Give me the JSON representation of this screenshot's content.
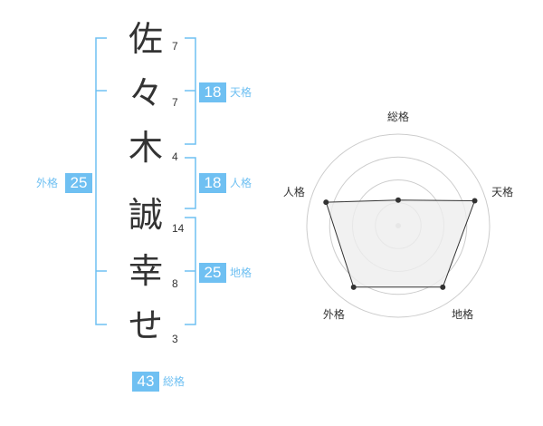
{
  "name": {
    "characters": [
      {
        "char": "佐",
        "strokes": "7"
      },
      {
        "char": "々",
        "strokes": "7"
      },
      {
        "char": "木",
        "strokes": "4"
      },
      {
        "char": "誠",
        "strokes": "14"
      },
      {
        "char": "幸",
        "strokes": "8"
      },
      {
        "char": "せ",
        "strokes": "3"
      }
    ]
  },
  "fortune": {
    "tenkaku": {
      "value": "18",
      "label": "天格"
    },
    "jinkaku": {
      "value": "18",
      "label": "人格"
    },
    "chikaku": {
      "value": "25",
      "label": "地格"
    },
    "gaikaku": {
      "value": "25",
      "label": "外格"
    },
    "soukaku": {
      "value": "43",
      "label": "総格"
    }
  },
  "chart_data": {
    "type": "radar",
    "axes": [
      "総格",
      "天格",
      "地格",
      "外格",
      "人格"
    ],
    "values": [
      0.28,
      0.88,
      0.83,
      0.83,
      0.83
    ],
    "rings": 4,
    "colors": {
      "line": "#333333",
      "fill": "#eeeeee",
      "grid": "#cccccc",
      "point": "#333333"
    }
  },
  "colors": {
    "accent": "#6fc0f2",
    "text": "#333333"
  }
}
